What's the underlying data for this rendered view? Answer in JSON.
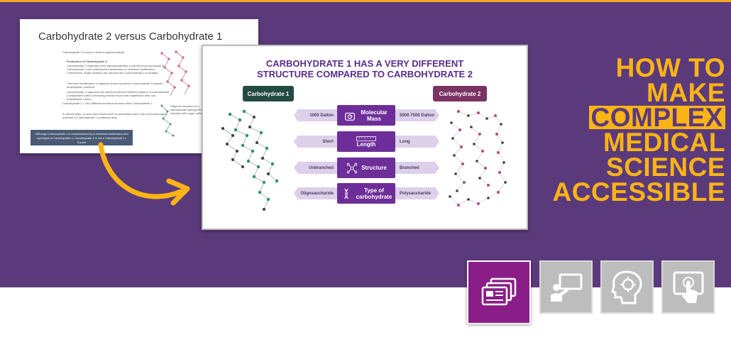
{
  "back_slide": {
    "title": "Carbohydrate 2 versus Carbohydrate 1",
    "bullets": [
      "Carbohydrate 2 is used to treat a hypersensitivity",
      "Production of Carbohydrate 2:",
      "Carbohydrate 2 originates from oligosaccharides, produced from hydrolysis of Carbohydrate 2 and subsequent fractionation of chemical modification. Furthermore, sugar residues are reduced and Carbohydrate 2 is isolated",
      "Chemical modification of oligomer known to prevent Carbohydrate 2 induced anaphylactic reactions",
      "Carbohydrate 2 oligomers are well documented inhibitor haptens of Carbohydrate 2 antiphellers with a remaining clinical record that establishes their non-anaphylactic nature",
      "Carbohydrate 1 = very different chemical structure than Carbohydrate 2",
      "In clinical trials, no test dose requirement by authorities due to the low immunogenic potential of Carbohydrate 1 containing drug"
    ],
    "note": "•Although Carbohydrate 1 is manufactured by a chemical modification and hydrolysis of Carbohydrate 1, Carbohydrate 2 is not a Carbohydrate 2 • Source",
    "side_text": "Oligomer structure of a carbohydrate glycoprotein residues with sugar units"
  },
  "front_slide": {
    "title_line1": "CARBOHYDRATE 1 HAS A VERY DIFFERENT",
    "title_line2": "STRUCTURE COMPARED TO CARBOHYDRATE 2",
    "left_tag": "Carbohydrate 1",
    "right_tag": "Carbohydrate 2",
    "rows": [
      {
        "property": "Molecular Mass",
        "left": "1000 Dalton",
        "right": "5000-7500 Dalton",
        "icon": "scale-icon"
      },
      {
        "property": "Length",
        "left": "Short",
        "right": "Long",
        "icon": "ruler-icon"
      },
      {
        "property": "Structure",
        "left": "Unbranched",
        "right": "Branched",
        "icon": "molecule-icon"
      },
      {
        "property": "Type of carbohydrate",
        "left": "Oligosaccharide",
        "right": "Polysaccharide",
        "icon": "dna-icon"
      }
    ]
  },
  "headline": {
    "line1": "HOW TO",
    "line2": "MAKE",
    "line3": "COMPLEX",
    "line4": "MEDICAL",
    "line5": "SCIENCE",
    "line6": "ACCESSIBLE"
  },
  "tiles": [
    {
      "name": "presentation-slides-icon",
      "active": true
    },
    {
      "name": "presenter-screen-icon",
      "active": false
    },
    {
      "name": "brain-head-icon",
      "active": false
    },
    {
      "name": "touch-tablet-icon",
      "active": false
    }
  ],
  "colors": {
    "banner": "#5b3a7c",
    "accent": "#fbb415",
    "title_purple": "#5b2e8c",
    "prop_purple": "#6e2e99",
    "tile_active": "#8b1d88",
    "tile_inactive": "#bdbdbd"
  }
}
